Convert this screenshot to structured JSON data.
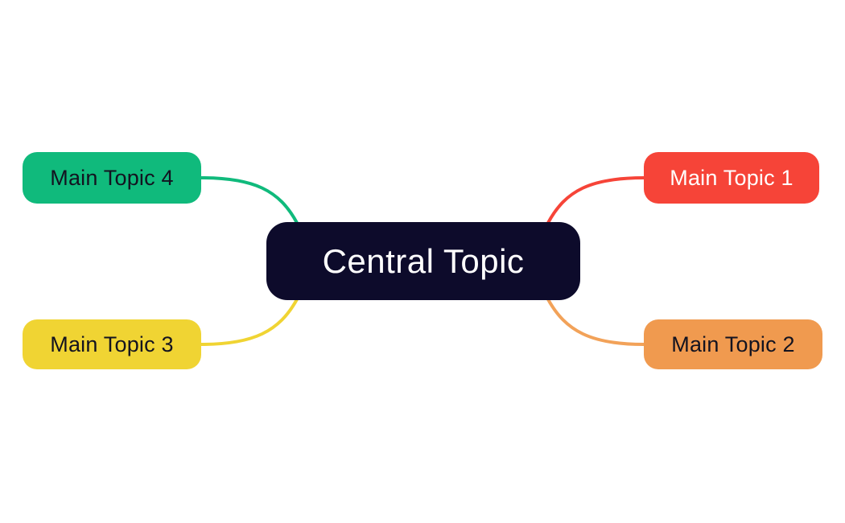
{
  "canvas": {
    "background": "#ffffff"
  },
  "central": {
    "label": "Central Topic",
    "bg": "#0d0b2b",
    "text_color": "#ffffff"
  },
  "topics": [
    {
      "label": "Main Topic 1",
      "bg": "#f64438",
      "text_color": "#ffffff",
      "connector_color": "#f64438",
      "position": "top-right"
    },
    {
      "label": "Main Topic 2",
      "bg": "#f09a4f",
      "text_color": "#131320",
      "connector_color": "#f2a259",
      "position": "bottom-right"
    },
    {
      "label": "Main Topic 3",
      "bg": "#f0d433",
      "text_color": "#131320",
      "connector_color": "#f0d433",
      "position": "bottom-left"
    },
    {
      "label": "Main Topic 4",
      "bg": "#10ba7c",
      "text_color": "#131320",
      "connector_color": "#10ba7c",
      "position": "top-left"
    }
  ]
}
